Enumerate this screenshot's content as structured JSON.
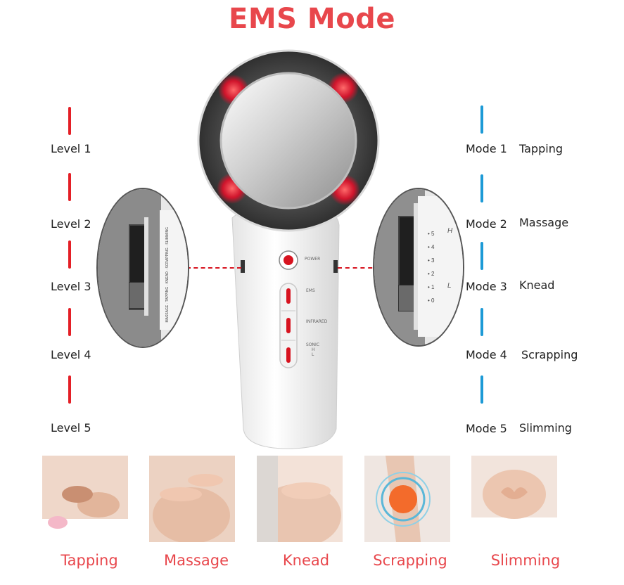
{
  "title": "EMS Mode",
  "levels": [
    "Level 1",
    "Level 2",
    "Level 3",
    "Level 4",
    "Level 5"
  ],
  "modes": [
    {
      "label": "Mode 1",
      "name": "Tapping"
    },
    {
      "label": "Mode 2",
      "name": "Massage"
    },
    {
      "label": "Mode 3",
      "name": "Knead"
    },
    {
      "label": "Mode 4",
      "name": "Scrapping"
    },
    {
      "label": "Mode 5",
      "name": "Slimming"
    }
  ],
  "captions": [
    "Tapping",
    "Massage",
    "Knead",
    "Scrapping",
    "Slimming"
  ],
  "device": {
    "power": "POWER",
    "ems": "EMS",
    "infrared": "INFRARED",
    "sonic": "SONIC",
    "sonic_h": "H",
    "sonic_l": "L"
  },
  "left_switch": [
    "MASSAGE",
    "TAPPING",
    "KNEAD",
    "SCRAPPING",
    "SLIMMING"
  ],
  "right_scale": [
    "5",
    "4",
    "3",
    "2",
    "1",
    "0"
  ],
  "right_hl": {
    "h": "H",
    "l": "L"
  },
  "colors": {
    "accent": "#e8474c",
    "red_bar": "#e41f26",
    "blue_bar": "#1d9ad6"
  }
}
